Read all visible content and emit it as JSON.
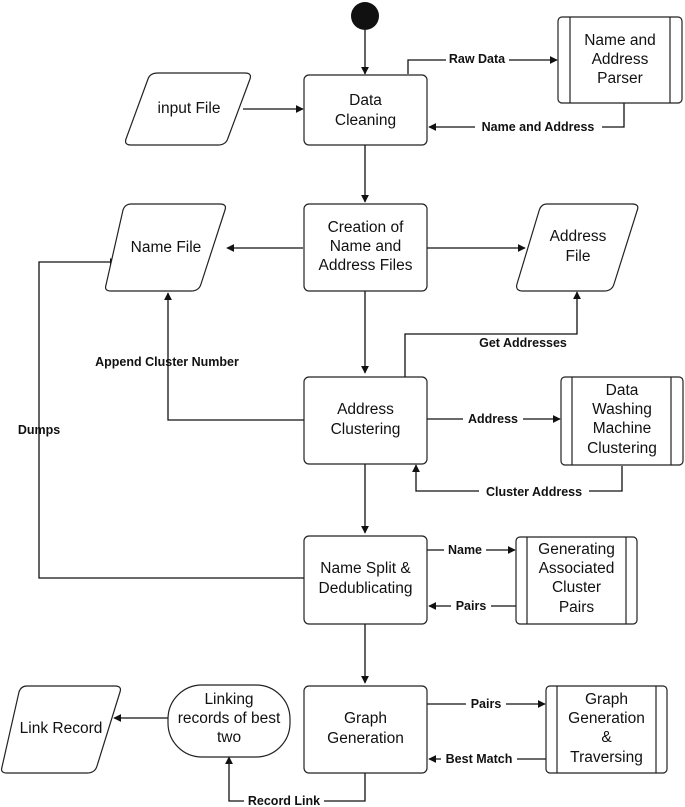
{
  "nodes": {
    "data_cleaning": [
      "Data",
      "Cleaning"
    ],
    "name_address_parser": [
      "Name and",
      "Address",
      "Parser"
    ],
    "input_file": [
      "input File"
    ],
    "creation_files": [
      "Creation of",
      "Name and",
      "Address Files"
    ],
    "name_file": [
      "Name File"
    ],
    "address_file": [
      "Address",
      "File"
    ],
    "address_clustering": [
      "Address",
      "Clustering"
    ],
    "dwm_clustering": [
      "Data",
      "Washing",
      "Machine",
      "Clustering"
    ],
    "name_split": [
      "Name Split &",
      "Dedublicating"
    ],
    "generating_pairs": [
      "Generating",
      "Associated",
      "Cluster",
      "Pairs"
    ],
    "graph_generation": [
      "Graph",
      "Generation"
    ],
    "graph_traversing": [
      "Graph",
      "Generation",
      "&",
      "Traversing"
    ],
    "linking_records": [
      "Linking",
      "records of best",
      "two"
    ],
    "link_record": [
      "Link Record"
    ]
  },
  "edges": {
    "raw_data": "Raw Data",
    "name_and_address": "Name and Address",
    "get_addresses": "Get Addresses",
    "append_cluster_number": "Append Cluster Number",
    "address": "Address",
    "cluster_address": "Cluster Address",
    "dumps": "Dumps",
    "name": "Name",
    "pairs_in": "Pairs",
    "pairs_out": "Pairs",
    "best_match": "Best Match",
    "record_link": "Record Link"
  }
}
